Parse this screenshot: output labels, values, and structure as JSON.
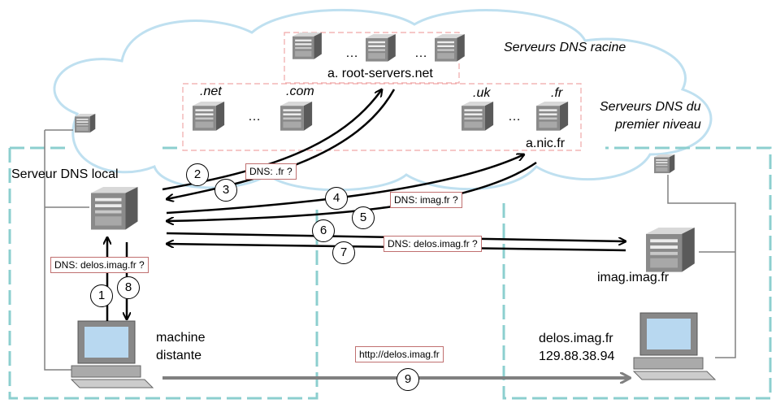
{
  "labels": {
    "root_title": "Serveurs DNS racine",
    "root_server": "a. root-servers.net",
    "tld_title_1": "Serveurs DNS du",
    "tld_title_2": "premier niveau",
    "net": ".net",
    "com": ".com",
    "uk": ".uk",
    "fr": ".fr",
    "afr": "a.nic.fr",
    "local_dns": "Serveur DNS local",
    "imag_server": "imag.imag.fr",
    "remote_1": "machine",
    "remote_2": "distante",
    "delos_name": "delos.imag.fr",
    "delos_ip": "129.88.38.94",
    "ellipsis": "…"
  },
  "queries": {
    "q_fr": "DNS: .fr ?",
    "q_imag": "DNS: imag.fr ?",
    "q_delos_top": "DNS: delos.imag.fr ?",
    "q_delos_local": "DNS: delos.imag.fr ?",
    "http": "http://delos.imag.fr"
  },
  "steps": [
    "1",
    "2",
    "3",
    "4",
    "5",
    "6",
    "7",
    "8",
    "9"
  ],
  "colors": {
    "cloud_fill": "#ffffff",
    "cloud_stroke": "#bfe0f0",
    "dash_pink": "#f0a8a8",
    "dash_teal": "#8ccfcf",
    "arrow_gray": "#808080"
  }
}
